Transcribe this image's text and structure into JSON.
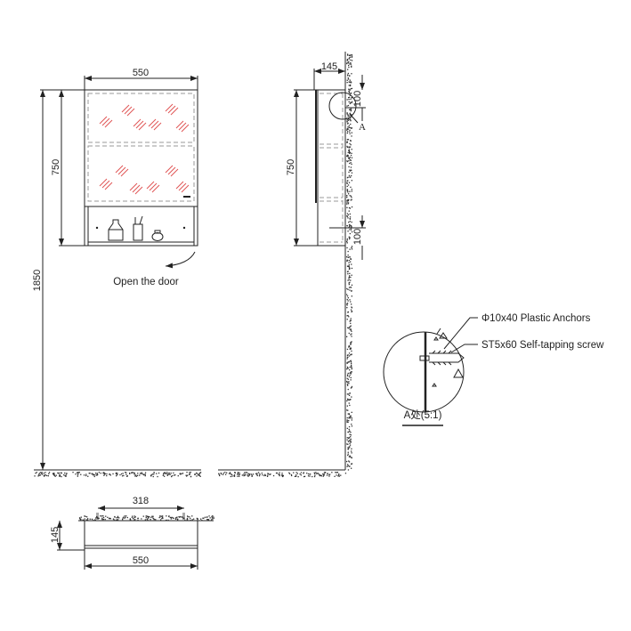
{
  "front_view": {
    "width_label": "550",
    "height_label": "750",
    "mount_height_label": "1850",
    "open_door_label": "Open the door",
    "mirror_color": "#e05555"
  },
  "side_view": {
    "depth_label": "145",
    "height_label": "750",
    "top_offset_label": "100",
    "bottom_offset_label": "100",
    "detail_marker": "A"
  },
  "detail_view": {
    "anchor_label": "Φ10x40  Plastic Anchors",
    "screw_label": "ST5x60  Self-tapping screw",
    "caption": "A处(5:1)"
  },
  "plan_view": {
    "screw_spacing_label": "318",
    "depth_label": "145",
    "width_label": "550"
  }
}
